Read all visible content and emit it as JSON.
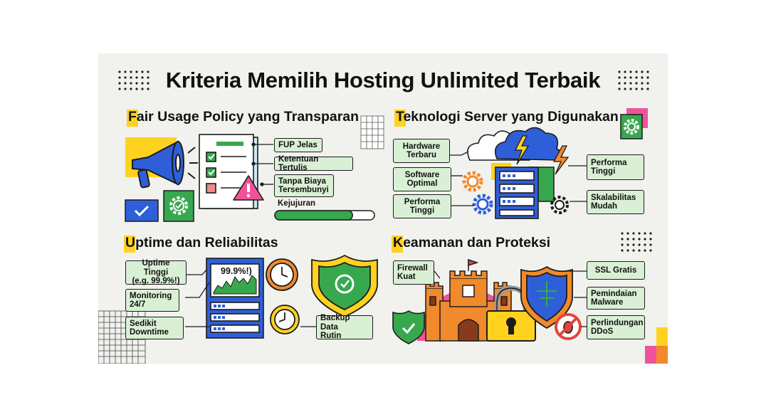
{
  "title": "Kriteria Memilih Hosting Unlimited Terbaik",
  "sections": {
    "fup": {
      "title": "Fair Usage Policy yang Transparan",
      "labels": [
        "FUP Jelas",
        "Ketentuan Tertulis",
        "Tanpa Biaya\nTersembunyi"
      ],
      "meter_label": "Kejujuran",
      "meter_fill": 0.78
    },
    "tech": {
      "title": "Teknologi Server yang Digunakan",
      "labels": [
        "Hardware\nTerbaru",
        "Software\nOptimal",
        "Performa\nTinggi",
        "Performa\nTinggi",
        "Skalabilitas\nMudah"
      ]
    },
    "uptime": {
      "title": "Uptime dan Reliabilitas",
      "screen_value": "99.9%!)",
      "labels": [
        "Uptime Tinggi\n(e.g. 99.9%!)",
        "Monitoring\n24/7",
        "Sedikit\nDowntime",
        "Backup Data\nRutin"
      ]
    },
    "security": {
      "title": "Keamanan dan Proteksi",
      "labels": [
        "Firewall\nKuat",
        "SSL Gratis",
        "Pemindaian\nMalware",
        "Perlindungan\nDDoS"
      ]
    }
  },
  "colors": {
    "background": "#f1f1ee",
    "label_fill": "#d9f0d5",
    "highlight_yellow": "#ffd21f",
    "blue": "#2f5fd8",
    "green": "#37a84e",
    "orange": "#f08a2c",
    "pink": "#f0539a",
    "red": "#e0463c"
  },
  "icons": [
    "megaphone-icon",
    "checklist-document-icon",
    "warning-icon",
    "gear-icon",
    "cloud-icon",
    "lightning-icon",
    "server-rack-icon",
    "clock-icon",
    "shield-refresh-icon",
    "castle-icon",
    "padlock-icon",
    "security-shield-icon",
    "bug-blocked-icon",
    "shield-check-icon"
  ]
}
